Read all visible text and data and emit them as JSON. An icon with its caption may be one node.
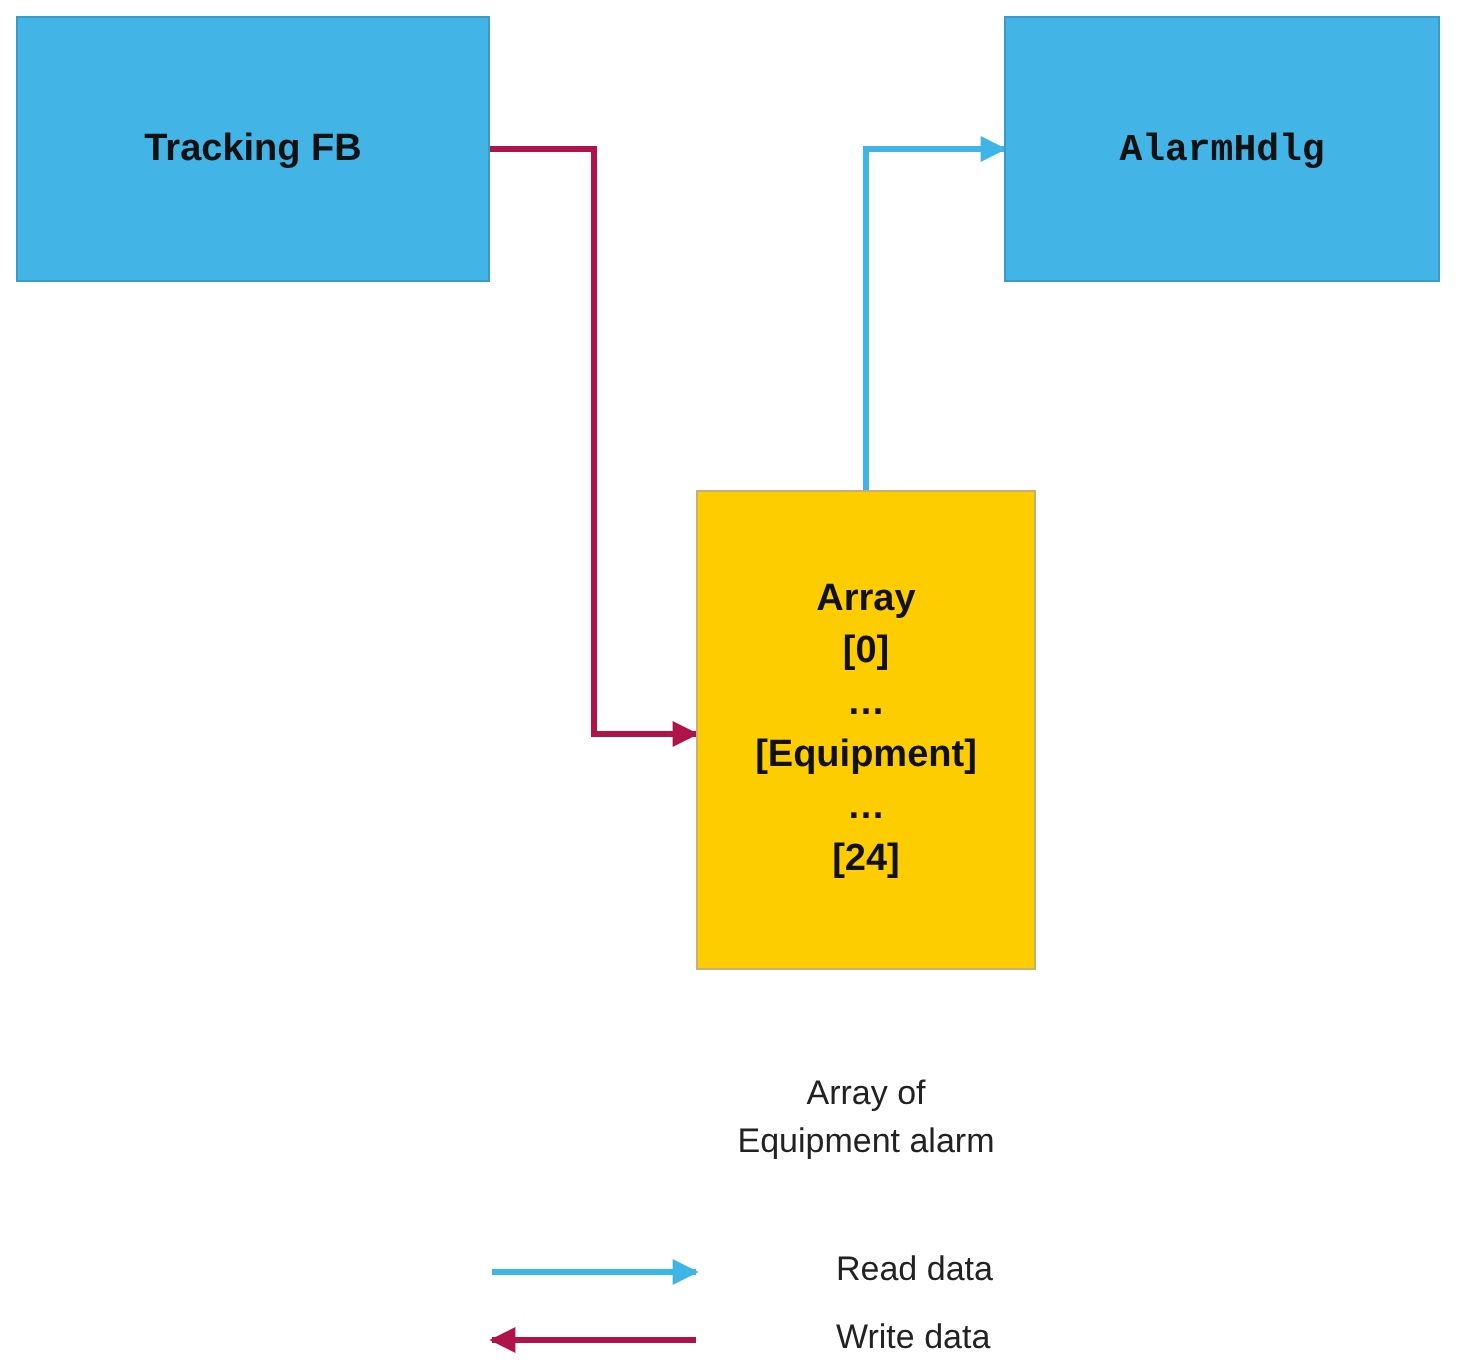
{
  "diagram": {
    "nodes": [
      {
        "text": [
          "Tracking FB"
        ]
      },
      {
        "text": [
          "AlarmHdlg"
        ]
      },
      {
        "text": [
          "Array",
          "[0]",
          "…",
          "[Equipment]",
          "…",
          "[24]"
        ],
        "beside": [
          "Array of Equipment alarm"
        ]
      }
    ],
    "edges": [
      {
        "from": 0,
        "to": 2,
        "arrow": "to",
        "color": "#b0124a"
      },
      {
        "from": 2,
        "to": 1,
        "arrow": "to",
        "color": "#3db5e6"
      }
    ],
    "legend": [
      {
        "text": "Read data"
      },
      {
        "text": "Write data"
      }
    ]
  }
}
